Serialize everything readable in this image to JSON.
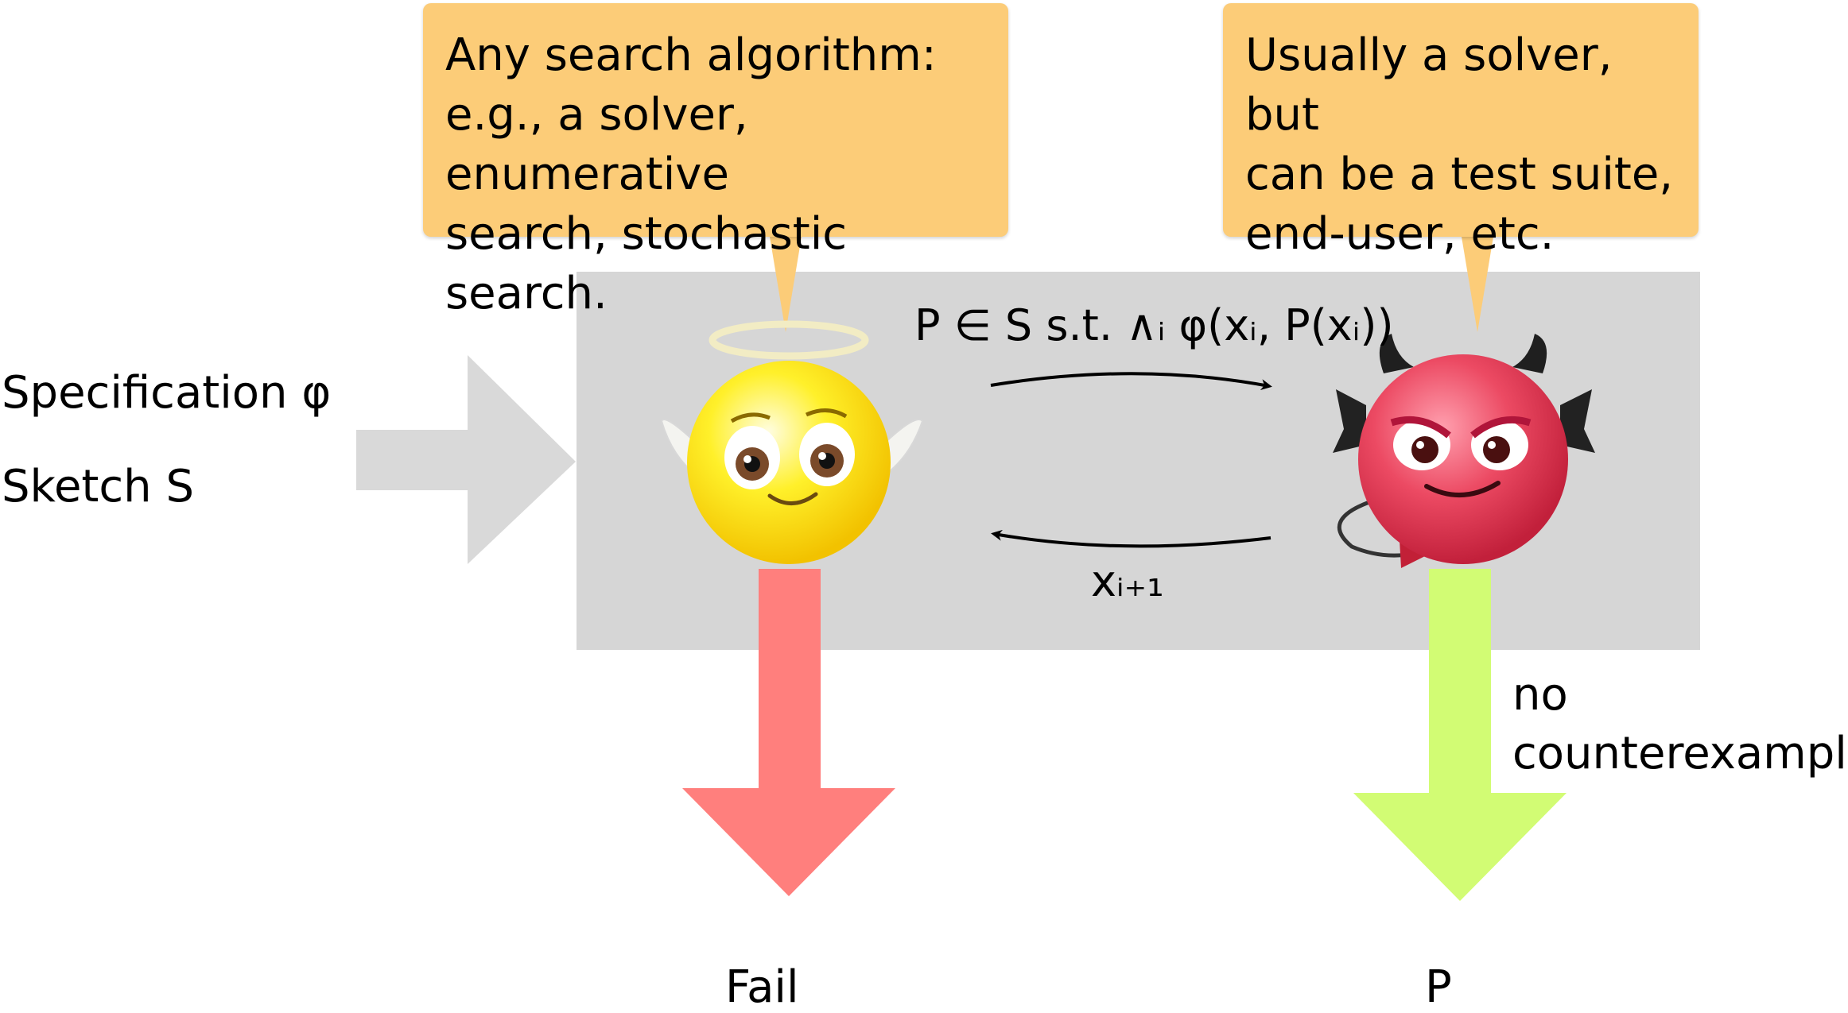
{
  "callouts": {
    "left": "Any search algorithm:\ne.g., a solver, enumerative\nsearch, stochastic search.",
    "right": "Usually a solver, but\ncan be a test suite,\nend-user, etc."
  },
  "inputs": {
    "specification": "Specification φ",
    "sketch": "Sketch S"
  },
  "loop": {
    "top_formula": "P ∈ S s.t. ∧ᵢ φ(xᵢ, P(xᵢ))",
    "bottom_label": "xᵢ₊₁"
  },
  "outputs": {
    "fail": "Fail",
    "success": "P",
    "success_condition": "no\ncounterexample"
  },
  "colors": {
    "callout": "#fccc78",
    "panel": "#d6d6d6",
    "input_arrow": "#d9d9d9",
    "fail_arrow": "#ff7f7d",
    "success_arrow": "#d2fc74",
    "angel": "#ffe600",
    "devil": "#e8415a"
  },
  "icons": {
    "synthesizer": "angel-emoji-icon",
    "verifier": "devil-emoji-icon"
  }
}
